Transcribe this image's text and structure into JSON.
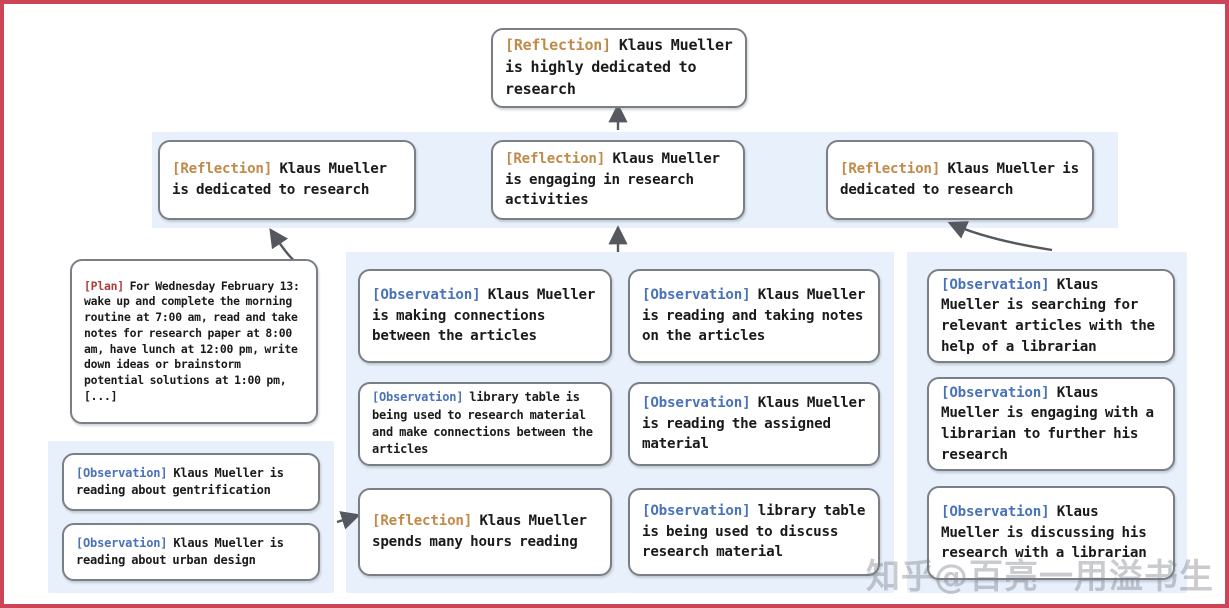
{
  "canvas": {
    "border_color": "#cc4455",
    "background": "#ffffff",
    "group_background": "#e8f0fb",
    "node_border": "#7a7f86"
  },
  "tags": {
    "reflection": "[Reflection]",
    "observation": "[Observation]",
    "plan": "[Plan]",
    "reflection_color": "#c08a4a",
    "observation_color": "#4a72b8",
    "plan_color": "#b03a3a"
  },
  "top": {
    "node": {
      "tag": "[Reflection]",
      "text": " Klaus Mueller is highly dedicated to research"
    }
  },
  "reflection_row": [
    {
      "tag": "[Reflection]",
      "text": " Klaus Mueller is dedicated to research"
    },
    {
      "tag": "[Reflection]",
      "text": " Klaus Mueller is engaging in research activities"
    },
    {
      "tag": "[Reflection]",
      "text": " Klaus Mueller is dedicated to research"
    }
  ],
  "plan_node": {
    "tag": "[Plan]",
    "text": " For Wednesday February 13: wake up and complete the morning routine at 7:00 am, read and take notes for research paper at 8:00 am, have lunch at 12:00 pm, write down ideas or brainstorm potential solutions at 1:00 pm, [...]"
  },
  "left_group": [
    {
      "tag": "[Observation]",
      "text": " Klaus Mueller is reading about gentrification"
    },
    {
      "tag": "[Observation]",
      "text": " Klaus Mueller is reading about urban design"
    }
  ],
  "column_a": [
    {
      "tag": "[Observation]",
      "text": " Klaus Mueller is making connections between the articles"
    },
    {
      "tag": "[Observation]",
      "text": " library table is being used to research material and make connections between the articles"
    },
    {
      "tag": "[Reflection]",
      "text": " Klaus Mueller spends many hours reading"
    }
  ],
  "column_b": [
    {
      "tag": "[Observation]",
      "text": " Klaus Mueller is reading and taking notes on the articles"
    },
    {
      "tag": "[Observation]",
      "text": " Klaus Mueller is reading the assigned material"
    },
    {
      "tag": "[Observation]",
      "text": " library table is being used to discuss research material"
    }
  ],
  "column_c": [
    {
      "tag": "[Observation]",
      "text": " Klaus Mueller is searching for relevant articles with the help of a librarian"
    },
    {
      "tag": "[Observation]",
      "text": " Klaus Mueller is engaging with a librarian to further his research"
    },
    {
      "tag": "[Observation]",
      "text": " Klaus Mueller is discussing his research with a librarian"
    }
  ],
  "watermark": {
    "site": "知乎",
    "handle": "@百亮一用溢书生"
  }
}
